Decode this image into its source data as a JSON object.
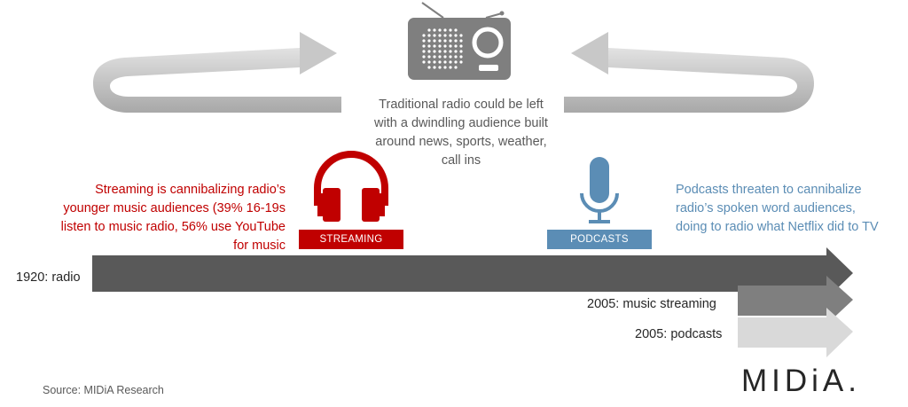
{
  "center_note": "Traditional radio could be left with a dwindling audience built around news, sports, weather, call ins",
  "streaming": {
    "note": "Streaming is cannibalizing radio’s younger music audiences (39% 16-19s listen to music radio, 56% use YouTube for music",
    "badge": "STREAMING",
    "color": "#c00000"
  },
  "podcasts": {
    "note": "Podcasts threaten to cannibalize radio’s spoken word audiences, doing to radio what Netflix did to TV",
    "badge": "PODCASTS",
    "color": "#5b8db5"
  },
  "timeline": {
    "radio": "1920: radio",
    "music_streaming": "2005: music streaming",
    "podcasts": "2005: podcasts"
  },
  "source": "Source: MIDiA Research",
  "logo": "MIDiA.",
  "icons": [
    "radio-icon",
    "headphones-icon",
    "microphone-icon"
  ],
  "colors": {
    "radio_arrow": "#595959",
    "streaming_arrow": "#7f7f7f",
    "podcast_arrow": "#d9d9d9",
    "cycle_arrow": "#bfbfbf"
  }
}
